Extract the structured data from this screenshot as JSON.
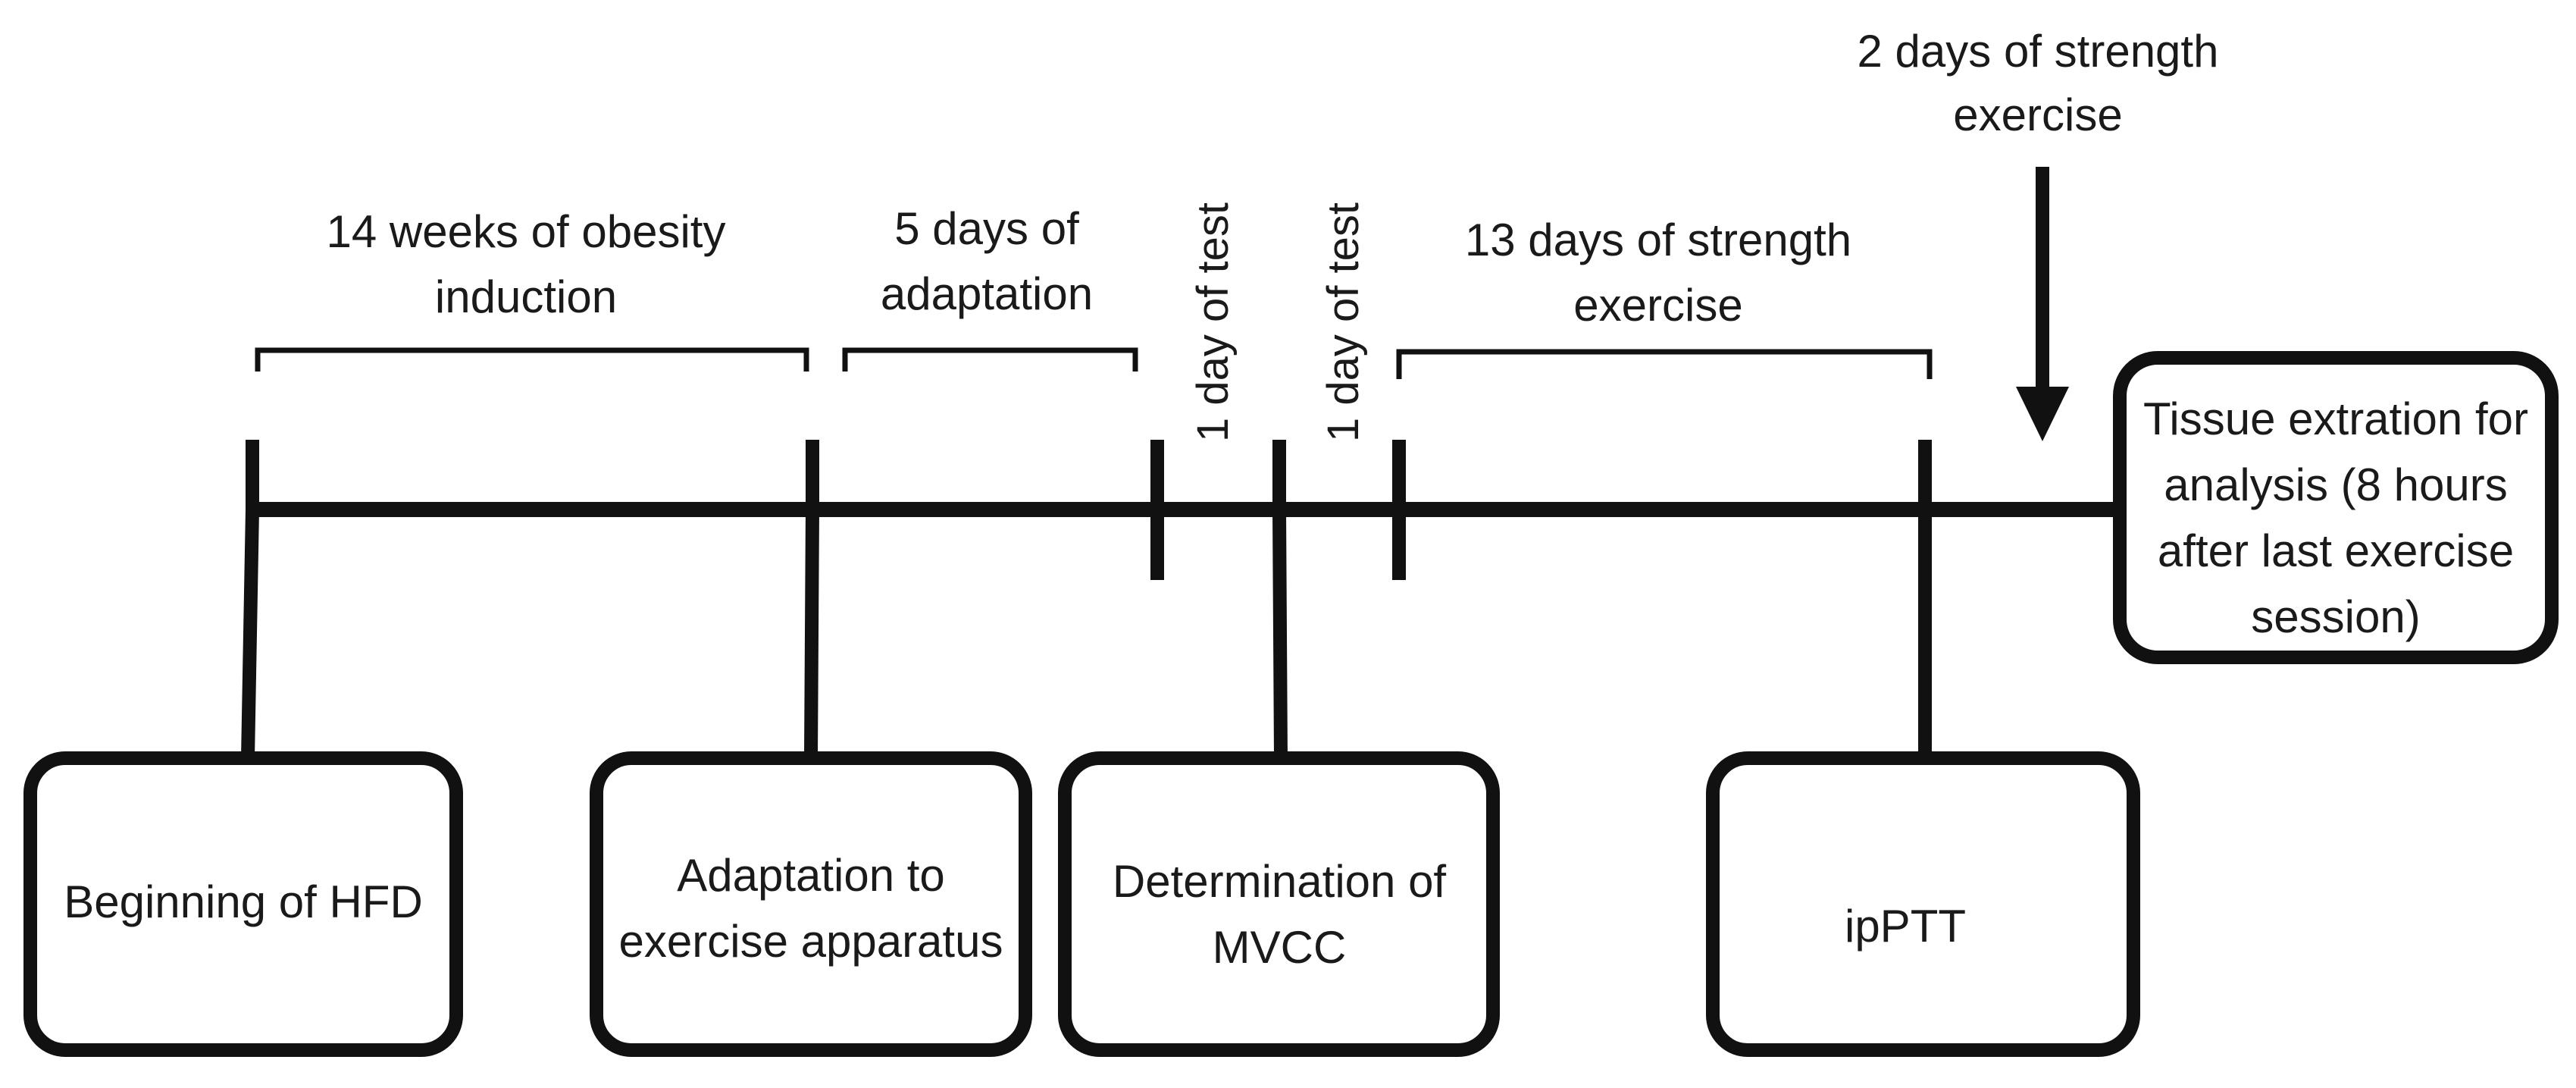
{
  "periods": {
    "obesity": [
      "14 weeks of obesity",
      "induction"
    ],
    "adaptation": [
      "5 days  of",
      "adaptation"
    ],
    "test1": "1 day of test",
    "test2": "1 day of test",
    "strength13": [
      "13 days of strength",
      "exercise"
    ],
    "strength2": [
      "2 days of strength",
      "exercise"
    ]
  },
  "events": {
    "hfd": [
      "Beginning of HFD"
    ],
    "apparatus": [
      "Adaptation to",
      "exercise apparatus"
    ],
    "mvcc": [
      "Determination of",
      "MVCC"
    ],
    "ipptt": [
      "ipPTT"
    ],
    "tissue": [
      "Tissue extration for",
      "analysis (8 hours",
      "after last exercise",
      "session)"
    ]
  }
}
